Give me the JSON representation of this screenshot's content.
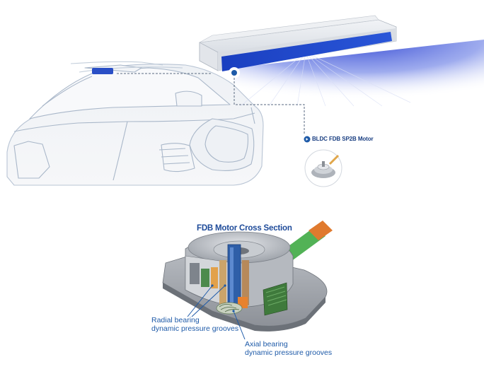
{
  "motor_callout": {
    "label": "BLDC FDB SP2B Motor"
  },
  "cross_section": {
    "title": "FDB Motor Cross Section",
    "radial_label": [
      "Radial bearing",
      "dynamic pressure grooves"
    ],
    "axial_label": [
      "Axial bearing",
      "dynamic pressure grooves"
    ]
  },
  "colors": {
    "accent_blue": "#1e5aa8",
    "device_blue": "#1840b8",
    "flex_cable_green": "#4caf50",
    "connector_orange": "#e07a2e",
    "bearing_orange": "#e8822e",
    "vehicle_outline": "#a9b7c9"
  }
}
